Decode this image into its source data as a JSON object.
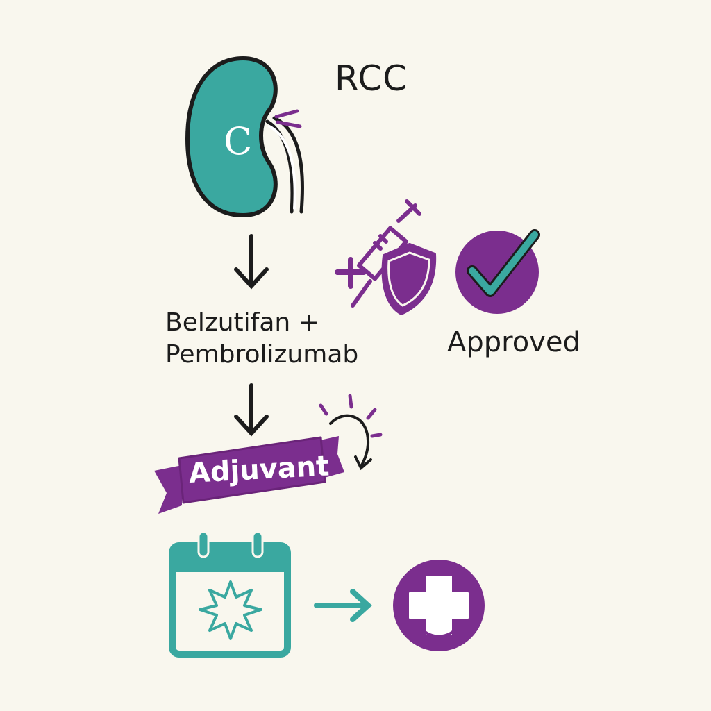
{
  "diagram": {
    "disease_label": "RCC",
    "therapy_label_line1": "Belzutifan +",
    "therapy_label_line2": "Pembrolizumab",
    "status_label": "Approved",
    "setting_label": "Adjuvant",
    "kidney_letter": "C"
  },
  "colors": {
    "teal": "#3aa8a0",
    "purple": "#7b2e8e",
    "ink": "#1c1c1c",
    "background": "#f9f7ee"
  },
  "icons": [
    "kidney-icon",
    "arrow-down-icon",
    "syringe-icon",
    "plus-icon",
    "shield-icon",
    "checkmark-circle-icon",
    "ribbon-banner-icon",
    "sparkle-arrow-icon",
    "calendar-icon",
    "arrow-right-icon",
    "medical-cross-icon"
  ]
}
